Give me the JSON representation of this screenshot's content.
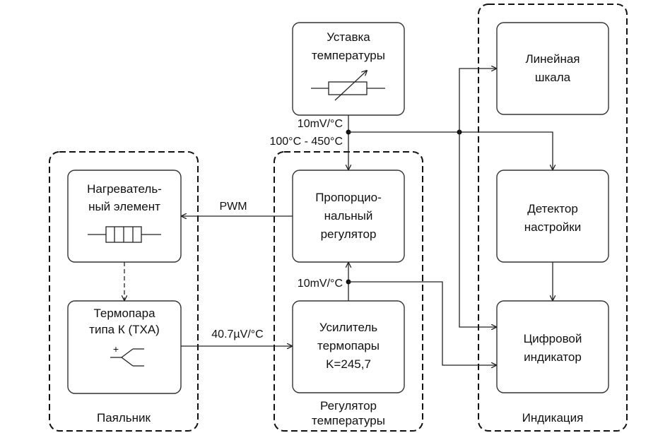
{
  "groups": {
    "soldering_iron": "Паяльник",
    "regulator": [
      "Регулятор",
      "температуры"
    ],
    "indication": "Индикация"
  },
  "blocks": {
    "heater": [
      "Нагреватель-",
      "ный элемент"
    ],
    "thermocouple": [
      "Термопара",
      "типа К (ТХА)"
    ],
    "setpoint": [
      "Уставка",
      "температуры"
    ],
    "prop_regulator": [
      "Пропорцио-",
      "нальный",
      "регулятор"
    ],
    "amplifier": [
      "Усилитель",
      "термопары",
      "K=245,7"
    ],
    "linear_scale": [
      "Линейная",
      "шкала"
    ],
    "tuning_detector": [
      "Детектор",
      "настройки"
    ],
    "digital_indicator": [
      "Цифровой",
      "индикатор"
    ]
  },
  "signals": {
    "pwm": "PWM",
    "thermocouple_out": "40.7µV/°C",
    "setpoint_scale": "10mV/°C",
    "setpoint_range": "100°C - 450°C",
    "amplifier_out": "10mV/°C"
  },
  "symbols": {
    "tc_plus": "+"
  }
}
